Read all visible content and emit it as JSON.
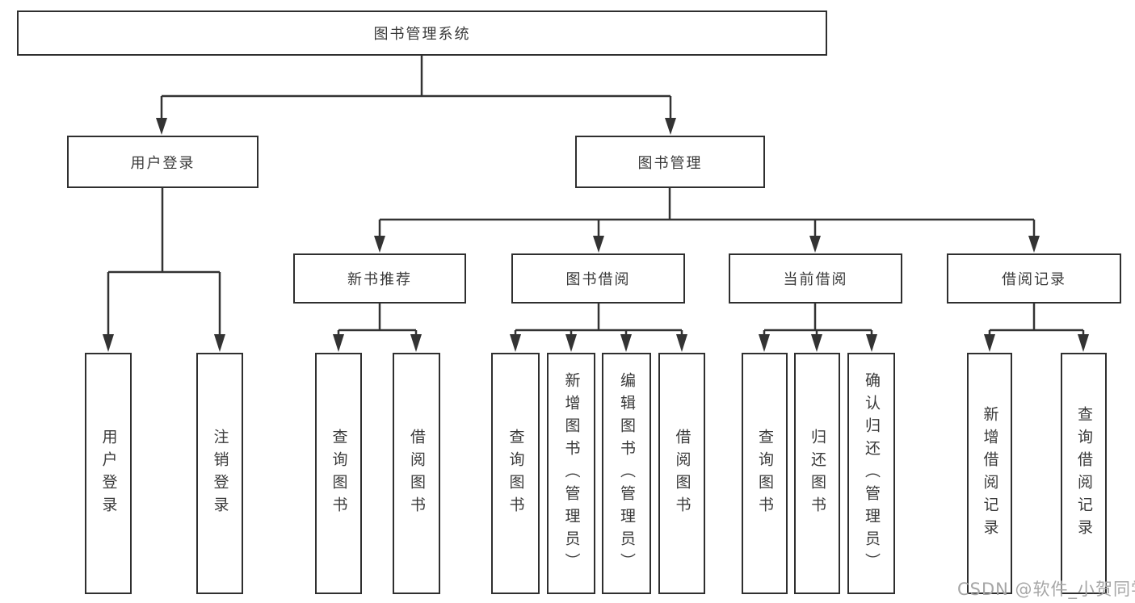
{
  "tree": {
    "label": "图书管理系统",
    "children": [
      {
        "label": "用户登录",
        "children": [
          {
            "label": "用户登录"
          },
          {
            "label": "注销登录"
          }
        ]
      },
      {
        "label": "图书管理",
        "children": [
          {
            "label": "新书推荐",
            "children": [
              {
                "label": "查询图书"
              },
              {
                "label": "借阅图书"
              }
            ]
          },
          {
            "label": "图书借阅",
            "children": [
              {
                "label": "查询图书"
              },
              {
                "label": "新增图书（管理员）"
              },
              {
                "label": "编辑图书（管理员）"
              },
              {
                "label": "借阅图书"
              }
            ]
          },
          {
            "label": "当前借阅",
            "children": [
              {
                "label": "查询图书"
              },
              {
                "label": "归还图书"
              },
              {
                "label": "确认归还（管理员）"
              }
            ]
          },
          {
            "label": "借阅记录",
            "children": [
              {
                "label": "新增借阅记录"
              },
              {
                "label": "查询借阅记录"
              }
            ]
          }
        ]
      }
    ]
  },
  "watermark": "CSDN @软件_小贺同学",
  "colors": {
    "line": "#333333",
    "box_border": "#2f2f2f",
    "text": "#3a3a3a",
    "watermark": "#a6a6a6",
    "background": "#ffffff"
  }
}
